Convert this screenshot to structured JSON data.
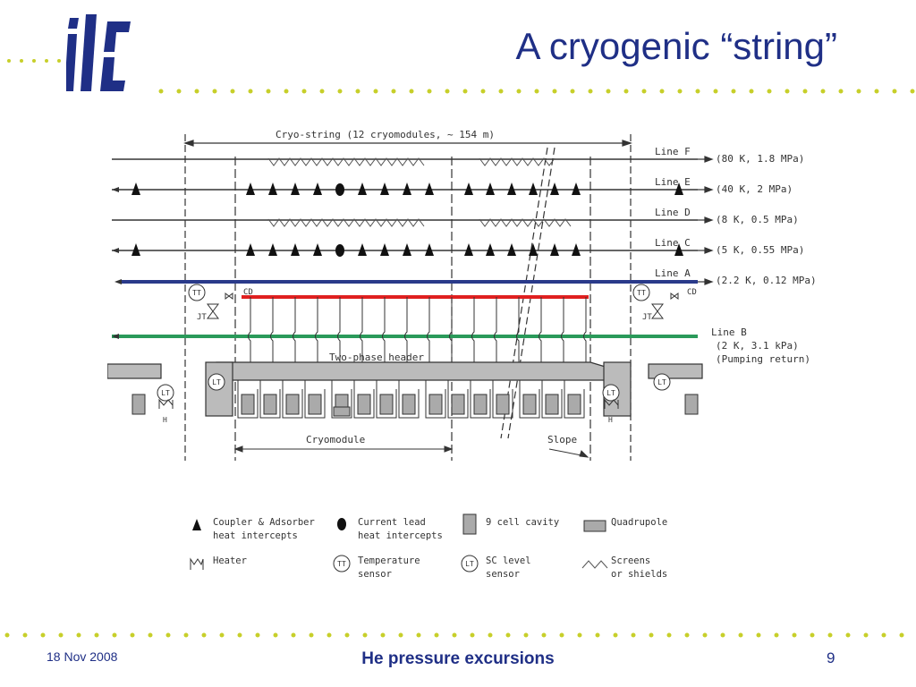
{
  "slide": {
    "title": "A cryogenic “string”",
    "logo_text": "ilc",
    "footer_date": "18 Nov 2008",
    "footer_title": "He pressure excursions",
    "page_number": "9"
  },
  "colors": {
    "brand_blue": "#1f2f86",
    "dot_yellow": "#c7cf2a",
    "line_a_blue": "#2a3a8a",
    "line_b_green": "#2a9a5a",
    "two_phase_red": "#e02020",
    "drawing_gray": "#333333",
    "component_fill": "#aaaaaa"
  },
  "diagram": {
    "span_label": "Cryo-string (12 cryomodules, ~ 154 m)",
    "two_phase_label": "Two-phase header",
    "cryomodule_label": "Cryomodule",
    "slope_label": "Slope",
    "cd_label": "CD",
    "jt_label": "JT",
    "tt_label": "TT",
    "lt_label": "LT",
    "h_label": "H",
    "lines": [
      {
        "name": "Line F",
        "spec": "(80 K, 1.8 MPa)"
      },
      {
        "name": "Line E",
        "spec": "(40 K, 2 MPa)"
      },
      {
        "name": "Line D",
        "spec": "(8 K, 0.5 MPa)"
      },
      {
        "name": "Line C",
        "spec": "(5 K, 0.55 MPa)"
      },
      {
        "name": "Line A",
        "spec": "(2.2 K, 0.12 MPa)"
      }
    ],
    "line_b": {
      "name": "Line B",
      "spec": "(2 K, 3.1 kPa)",
      "spec2": "(Pumping return)"
    }
  },
  "legend": [
    {
      "icon": "triangle-icon",
      "line1": "Coupler & Adsorber",
      "line2": "heat intercepts"
    },
    {
      "icon": "dot-icon",
      "line1": "Current lead",
      "line2": "heat intercepts"
    },
    {
      "icon": "cavity-icon",
      "line1": "9 cell cavity",
      "line2": ""
    },
    {
      "icon": "quadrupole-icon",
      "line1": "Quadrupole",
      "line2": ""
    },
    {
      "icon": "heater-icon",
      "line1": "Heater",
      "line2": ""
    },
    {
      "icon": "temperature-sensor-icon",
      "line1": "Temperature",
      "line2": "sensor"
    },
    {
      "icon": "level-sensor-icon",
      "line1": "SC level",
      "line2": "sensor"
    },
    {
      "icon": "shield-icon",
      "line1": "Screens",
      "line2": "or shields"
    }
  ]
}
